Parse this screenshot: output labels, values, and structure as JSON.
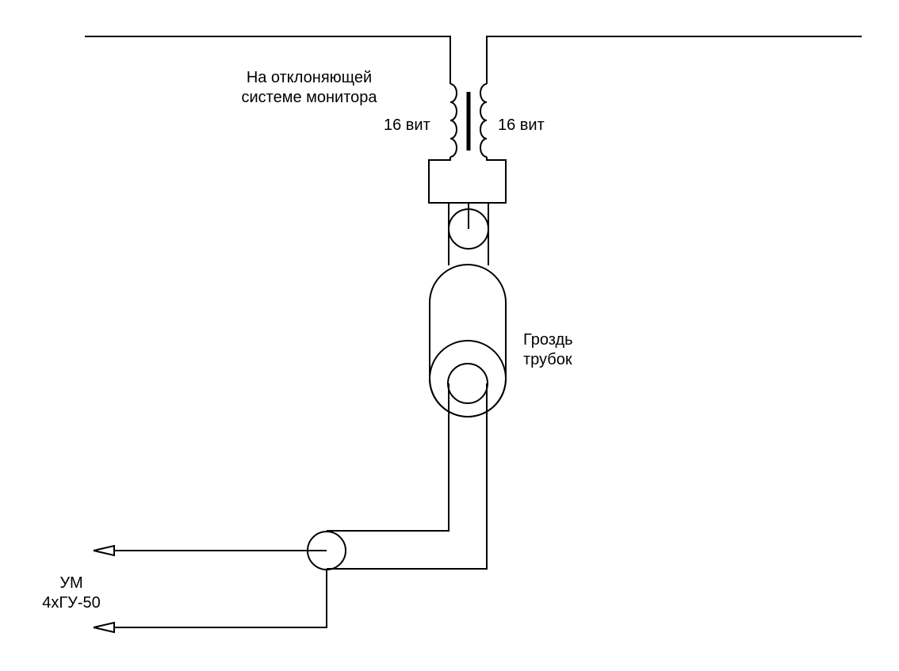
{
  "transformer": {
    "title_line1": "На отклоняющей",
    "title_line2": "системе монитора",
    "left_winding": "16 вит",
    "right_winding": "16 вит"
  },
  "tubes": {
    "label_line1": "Гроздь",
    "label_line2": "трубок"
  },
  "amplifier": {
    "label_line1": "УМ",
    "label_line2": "4хГУ-50"
  }
}
